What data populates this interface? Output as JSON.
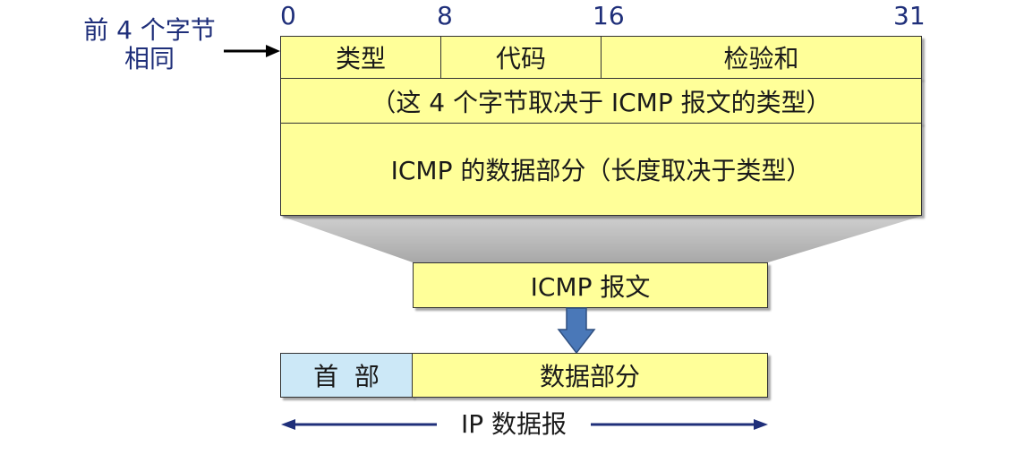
{
  "side_note": {
    "line1": "前 4 个字节",
    "line2": "相同"
  },
  "bit_labels": [
    "0",
    "8",
    "16",
    "31"
  ],
  "header_fields": {
    "type": "类型",
    "code": "代码",
    "checksum": "检验和"
  },
  "row2": "（这 4 个字节取决于 ICMP 报文的类型）",
  "row3": "ICMP 的数据部分（长度取决于类型）",
  "icmp_message": "ICMP 报文",
  "ip_datagram": {
    "header": "首  部",
    "data": "数据部分",
    "label": "IP 数据报"
  },
  "colors": {
    "cell_fill": "#ffff99",
    "header_fill": "#cce8f7",
    "label_text": "#1f2f7a",
    "arrow_fill": "#4a78b8",
    "funnel_fill": "#c8c8c8"
  }
}
